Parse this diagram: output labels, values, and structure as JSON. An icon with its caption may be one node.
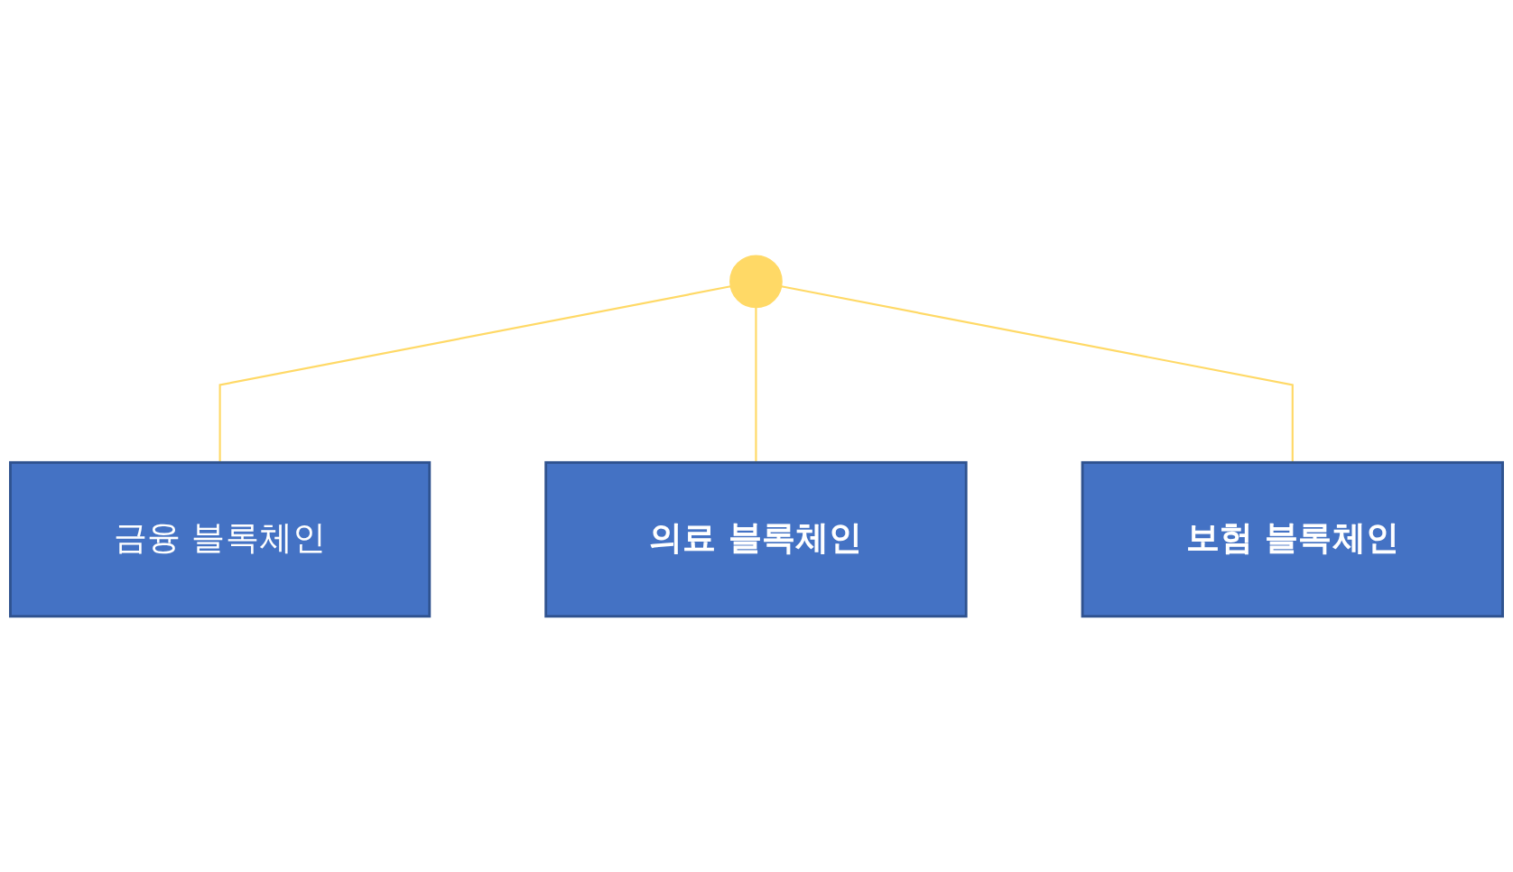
{
  "diagram": {
    "nodes": [
      {
        "text": [],
        "shape": "circle"
      },
      {
        "text": [
          "금융 블록체인"
        ]
      },
      {
        "text": [
          "의료 블록체인"
        ]
      },
      {
        "text": [
          "보험 블록체인"
        ]
      }
    ],
    "edges": [
      {
        "from": 0,
        "to": 1,
        "arrow": "none"
      },
      {
        "from": 0,
        "to": 2,
        "arrow": "none"
      },
      {
        "from": 0,
        "to": 3,
        "arrow": "none"
      }
    ]
  }
}
